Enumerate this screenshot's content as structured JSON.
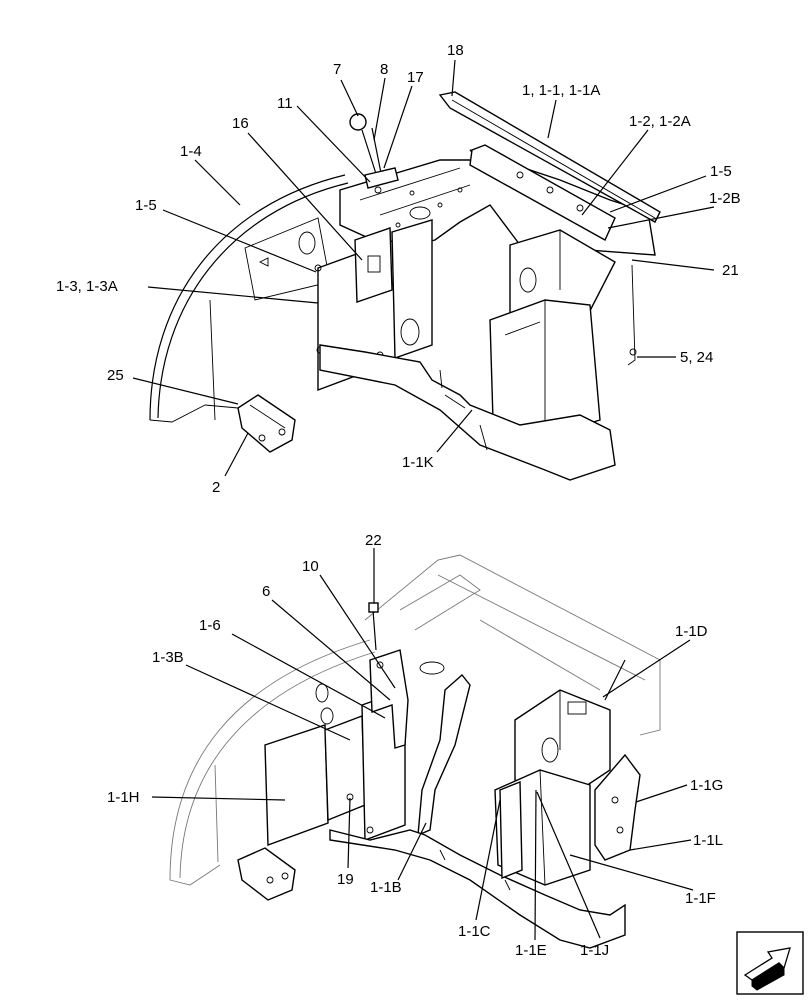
{
  "top_view": {
    "callouts": {
      "c18": "18",
      "c7": "7",
      "c8": "8",
      "c17": "17",
      "c1": "1, 1-1, 1-1A",
      "c11": "11",
      "c16": "16",
      "c1_4": "1-4",
      "c1_2": "1-2, 1-2A",
      "c1_5a": "1-5",
      "c1_5b": "1-5",
      "c1_2B": "1-2B",
      "c1_3": "1-3, 1-3A",
      "c21": "21",
      "c5_24": "5, 24",
      "c25": "25",
      "c1_1K": "1-1K",
      "c2": "2"
    }
  },
  "bottom_view": {
    "callouts": {
      "c22": "22",
      "c10": "10",
      "c6": "6",
      "c1_6": "1-6",
      "c1_1D": "1-1D",
      "c1_3B": "1-3B",
      "c1_1G": "1-1G",
      "c1_1H": "1-1H",
      "c1_1L": "1-1L",
      "c19": "19",
      "c1_1B": "1-1B",
      "c1_1F": "1-1F",
      "c1_1C": "1-1C",
      "c1_1E": "1-1E",
      "c1_1J": "1-1J"
    }
  },
  "nav_icon": {
    "name": "arrow-icon"
  }
}
